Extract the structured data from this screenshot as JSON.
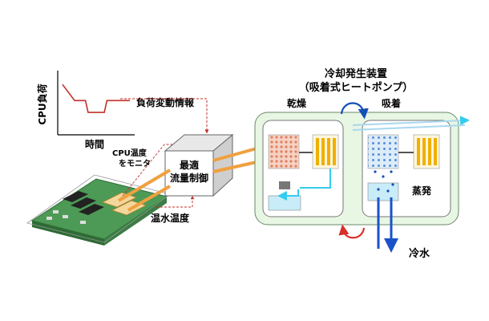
{
  "load_graph": {
    "ylabel": "CPU負荷",
    "xlabel": "時間",
    "load_profile": [
      0.82,
      0.55,
      0.55,
      0.35,
      0.35,
      0.55,
      0.55
    ]
  },
  "labels": {
    "load_info": "負荷変動情報",
    "cpu_monitor_line1": "CPU温度",
    "cpu_monitor_line2": "をモニタ",
    "controller_line1": "最適",
    "controller_line2": "流量制御",
    "hot_water_temp": "温水温度",
    "device_title_line1": "冷却発生装置",
    "device_title_line2": "（吸着式ヒートポンプ）",
    "drying": "乾燥",
    "adsorption": "吸着",
    "evaporation": "蒸発",
    "cold_water": "冷水"
  },
  "colors": {
    "hot_water_arrow": "#f0a040",
    "cold_water": "#1a52c9",
    "cyan_pipe": "#33ccee",
    "panel_fill": "#e8f6e4",
    "load_line": "#c0302a",
    "sorbent_orange": "#f0b000",
    "cycle_blue": "#1450b8",
    "cycle_red": "#d8302c"
  }
}
